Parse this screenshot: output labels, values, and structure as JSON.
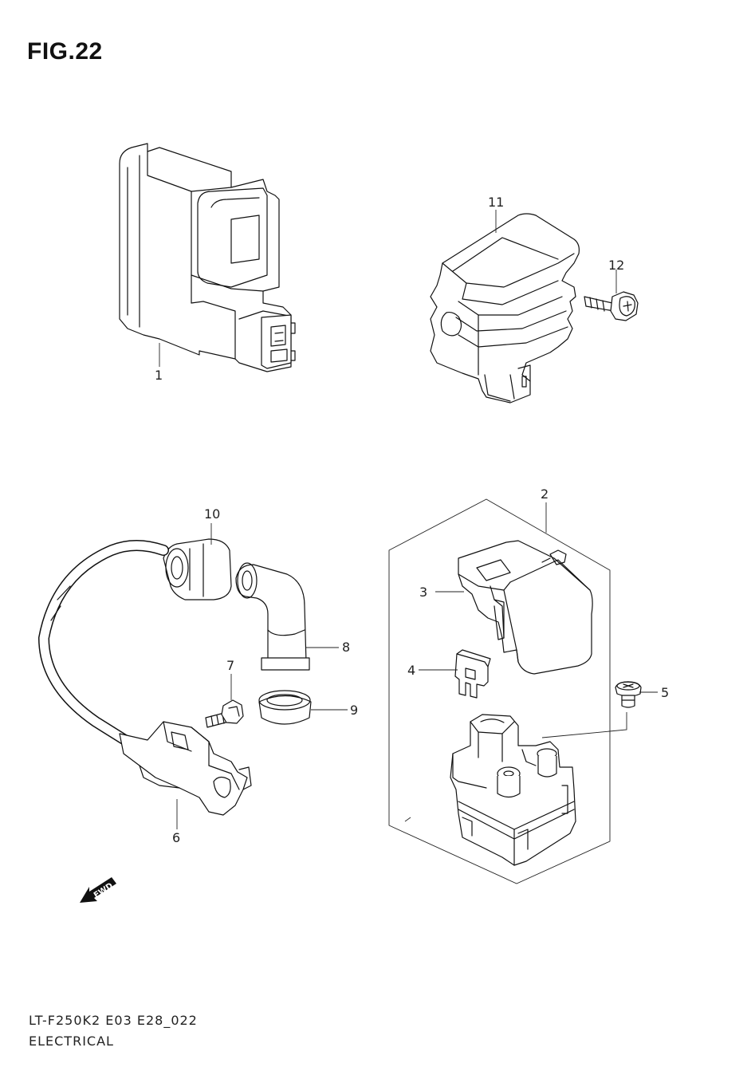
{
  "figure": {
    "title": "FIG.22"
  },
  "callouts": [
    "1",
    "2",
    "3",
    "4",
    "5",
    "6",
    "7",
    "8",
    "9",
    "10",
    "11",
    "12"
  ],
  "fwd_badge": "FWD",
  "footer": {
    "model_code": "LT-F250K2 E03 E28_022",
    "section": "ELECTRICAL"
  }
}
